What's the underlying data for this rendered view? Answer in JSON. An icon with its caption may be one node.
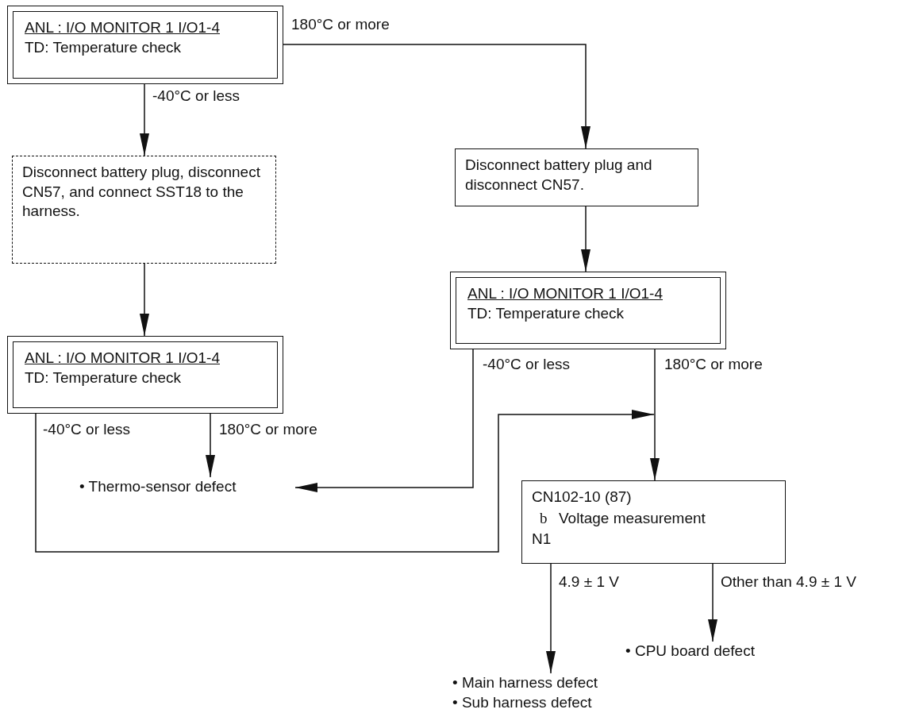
{
  "diagram": {
    "nodes": [
      {
        "text": [
          "ANL : I/O MONITOR 1 I/O1-4",
          "TD: Temperature check"
        ]
      },
      {
        "text": [
          "Disconnect battery plug, disconnect CN57, and connect SST18 to the harness."
        ]
      },
      {
        "text": [
          "Disconnect battery plug and disconnect CN57."
        ]
      },
      {
        "text": [
          "ANL : I/O MONITOR 1 I/O1-4",
          "TD: Temperature check"
        ]
      },
      {
        "text": [
          "ANL : I/O MONITOR 1 I/O1-4",
          "TD: Temperature check"
        ]
      },
      {
        "text": [
          "• Thermo-sensor defect"
        ]
      },
      {
        "text": [
          "CN102-10 (87)",
          "b",
          "Voltage measurement",
          "N1"
        ]
      },
      {
        "text": [
          "• Main harness defect",
          "• Sub harness defect"
        ]
      },
      {
        "text": [
          "• CPU board defect"
        ]
      }
    ],
    "edges": [
      {
        "from": 0,
        "to": 2,
        "arrow": "to",
        "label": "180°C or more"
      },
      {
        "from": 0,
        "to": 1,
        "arrow": "to",
        "label": "-40°C or less"
      },
      {
        "from": 1,
        "to": 4,
        "arrow": "to"
      },
      {
        "from": 2,
        "to": 3,
        "arrow": "to"
      },
      {
        "from": 3,
        "to": 5,
        "arrow": "to",
        "label": "-40°C or less"
      },
      {
        "from": 3,
        "to": 6,
        "arrow": "to",
        "label": "180°C or more"
      },
      {
        "from": 4,
        "to": 5,
        "arrow": "to",
        "label": "180°C or more"
      },
      {
        "from": 4,
        "to": 6,
        "arrow": "to",
        "label": "-40°C or less"
      },
      {
        "from": 6,
        "to": 7,
        "arrow": "to",
        "label": "4.9 ± 1 V"
      },
      {
        "from": 6,
        "to": 8,
        "arrow": "to",
        "label": "Other than 4.9 ± 1 V"
      }
    ]
  }
}
